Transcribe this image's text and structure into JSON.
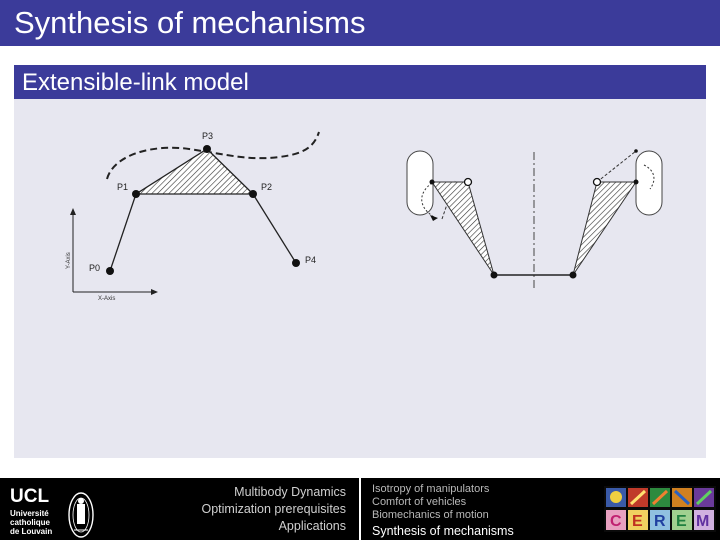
{
  "slide": {
    "title": "Synthesis of mechanisms",
    "subtitle": "Extensible-link model",
    "colors": {
      "bar": "#3b3b9a",
      "panel": "#e7e7f0",
      "footer": "#000000"
    }
  },
  "figure": {
    "labels": {
      "p0": "P0",
      "p1": "P1",
      "p2": "P2",
      "p3": "P3",
      "p4": "P4",
      "x_axis": "X-Axis",
      "y_axis": "Y-Axis"
    }
  },
  "footer": {
    "logo": {
      "acronym": "UCL",
      "line1": "Université",
      "line2": "catholique",
      "line3": "de Louvain",
      "seal_icon": "ucl-seal-icon"
    },
    "nav_left": [
      "Multibody Dynamics",
      "Optimization prerequisites",
      "Applications"
    ],
    "nav_right": [
      "Isotropy of manipulators",
      "Comfort of vehicles",
      "Biomechanics of motion"
    ],
    "current_section": "Synthesis of mechanisms",
    "cerem_logo": {
      "letters": [
        "C",
        "E",
        "R",
        "E",
        "M"
      ],
      "icon": "cerem-logo-icon"
    }
  }
}
